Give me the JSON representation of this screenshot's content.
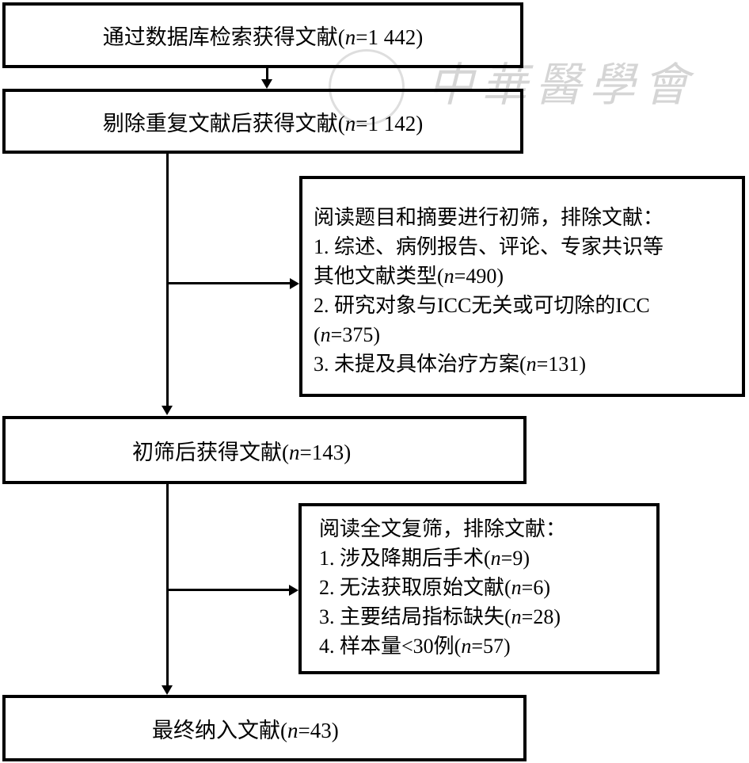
{
  "watermark": "中華醫學會",
  "boxes": {
    "b1": {
      "pre": "通过数据库检索获得文献(",
      "n": "n",
      "post": "=1 442)"
    },
    "b2": {
      "pre": "剔除重复文献后获得文献(",
      "n": "n",
      "post": "=1 142)"
    },
    "b3": {
      "pre": "初筛后获得文献(",
      "n": "n",
      "post": "=143)"
    },
    "b4": {
      "pre": "最终纳入文献(",
      "n": "n",
      "post": "=43)"
    }
  },
  "exclude1": {
    "title": "阅读题目和摘要进行初筛，排除文献：",
    "line1": "1. 综述、病例报告、评论、专家共识等",
    "line2_pre": "其他文献类型(",
    "line2_n": "n",
    "line2_post": "=490)",
    "line3": "2. 研究对象与ICC无关或可切除的ICC",
    "line4_pre": "(",
    "line4_n": "n",
    "line4_post": "=375)",
    "line5_pre": "3. 未提及具体治疗方案(",
    "line5_n": "n",
    "line5_post": "=131)"
  },
  "exclude2": {
    "title": "阅读全文复筛，排除文献：",
    "items": [
      {
        "pre": "1. 涉及降期后手术(",
        "n": "n",
        "post": "=9)"
      },
      {
        "pre": "2. 无法获取原始文献(",
        "n": "n",
        "post": "=6)"
      },
      {
        "pre": "3. 主要结局指标缺失(",
        "n": "n",
        "post": "=28)"
      },
      {
        "pre": "4. 样本量<30例(",
        "n": "n",
        "post": "=57)"
      }
    ]
  }
}
